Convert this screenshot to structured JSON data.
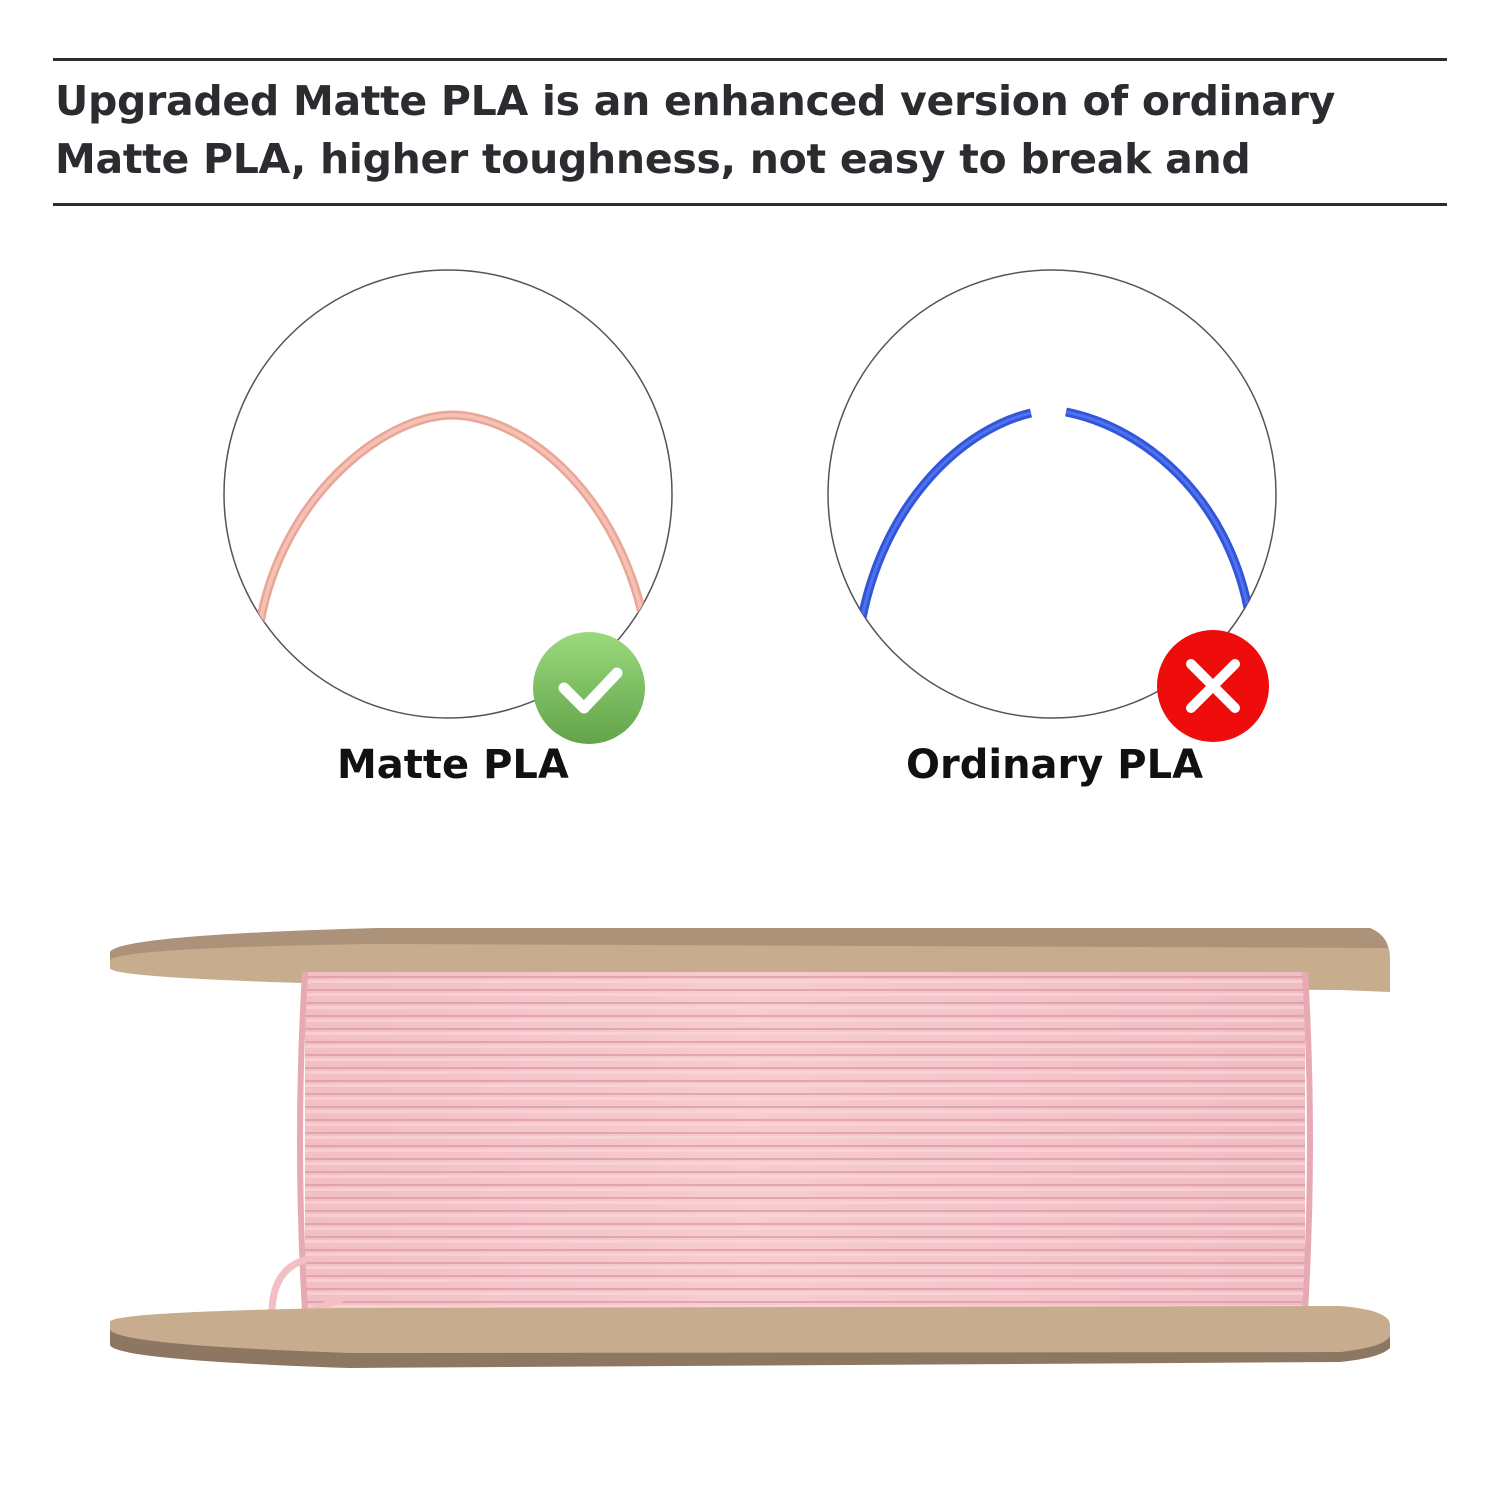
{
  "header": {
    "line1": "Upgraded Matte PLA is an enhanced version of ordinary",
    "line2": "Matte PLA, higher toughness, not easy to break and"
  },
  "comparison": [
    {
      "label": "Matte PLA",
      "filament_state": "bent-intact",
      "filament_color": "#f2b4a6",
      "badge_icon": "check-icon",
      "badge_color": "#76b85a"
    },
    {
      "label": "Ordinary PLA",
      "filament_state": "bent-broken",
      "filament_color": "#3a5fe0",
      "badge_icon": "cross-icon",
      "badge_color": "#ee0c0c"
    }
  ],
  "product": {
    "image": "filament-spool",
    "filament_color": "#f5c3c8",
    "spool_color": "#b99b7f"
  },
  "colors": {
    "text": "#2b2b30",
    "rule": "#2b2b30",
    "circle_outline": "#555555"
  }
}
